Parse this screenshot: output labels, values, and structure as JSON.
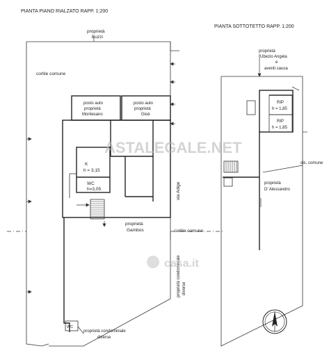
{
  "titles": {
    "left": "PIANTA PIANO RIALZATO  RAPP. 1:200",
    "right": "PIANTA SOTTOTETTO  RAPP. 1:200"
  },
  "left_plan": {
    "labels": {
      "buzzi": [
        "proprietà",
        "Buzzi"
      ],
      "cortile_top": "cortile  comune",
      "posto_montesano": [
        "posto auto",
        "proprietà",
        "Montesano"
      ],
      "posto_gioe": [
        "posto auto",
        "proprietà",
        "Gioè"
      ],
      "k_room": [
        "K",
        "h = 3,15"
      ],
      "wc_room": [
        "WC",
        "h=3,05"
      ],
      "via": "via Adige",
      "gambos": [
        "proprietà",
        "Gambos"
      ],
      "cortile_right": "cortile  comune",
      "condominiale_vert": [
        "proprietà condominiale",
        "diverse"
      ],
      "condominiale_bottom": [
        "proprietà condominiale",
        "diverse"
      ],
      "wc_small": "WC"
    }
  },
  "right_plan": {
    "labels": {
      "ubezio": [
        "proprietà",
        "Ubezio Angela",
        "e",
        "aventi causa"
      ],
      "rip1": [
        "RIP",
        "h = 1,85"
      ],
      "rip2": [
        "RIP",
        "h = 1,85"
      ],
      "dis_comune": "dis. comune",
      "dalessandro": [
        "proprietà",
        "D' Alessandro"
      ]
    }
  },
  "watermarks": {
    "center": "ASTALEGALE.NET",
    "bottom": "casa.it"
  }
}
